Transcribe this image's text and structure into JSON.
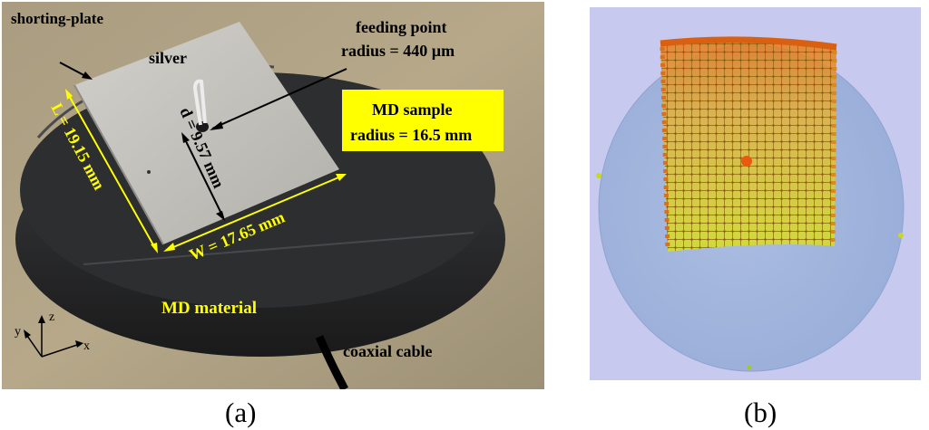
{
  "figure": {
    "panel_a": {
      "caption": "(a)",
      "labels": {
        "shorting_plate": "shorting-plate",
        "silver": "silver",
        "feeding_point_line1": "feeding point",
        "feeding_point_line2": "radius = 440 µm",
        "md_sample_line1": "MD sample",
        "md_sample_line2": "radius = 16.5 mm",
        "length": "L = 19.15 mm",
        "width": "W = 17.65 mm",
        "distance": "d = 9.57 mm",
        "md_material": "MD material",
        "coaxial_cable": "coaxial cable",
        "axis_x": "x",
        "axis_y": "y",
        "axis_z": "z"
      },
      "colors": {
        "background": "#b0a385",
        "disk": "#2b2c2e",
        "silver": "#c4c2bc",
        "yellow": "#ffff00",
        "white": "#ffffff"
      }
    },
    "panel_b": {
      "caption": "(b)",
      "colors": {
        "background": "#c7c9ee",
        "disk": "#9fb6de",
        "mesh_top": "#e87818",
        "mesh_bottom": "#d8e020"
      }
    }
  }
}
